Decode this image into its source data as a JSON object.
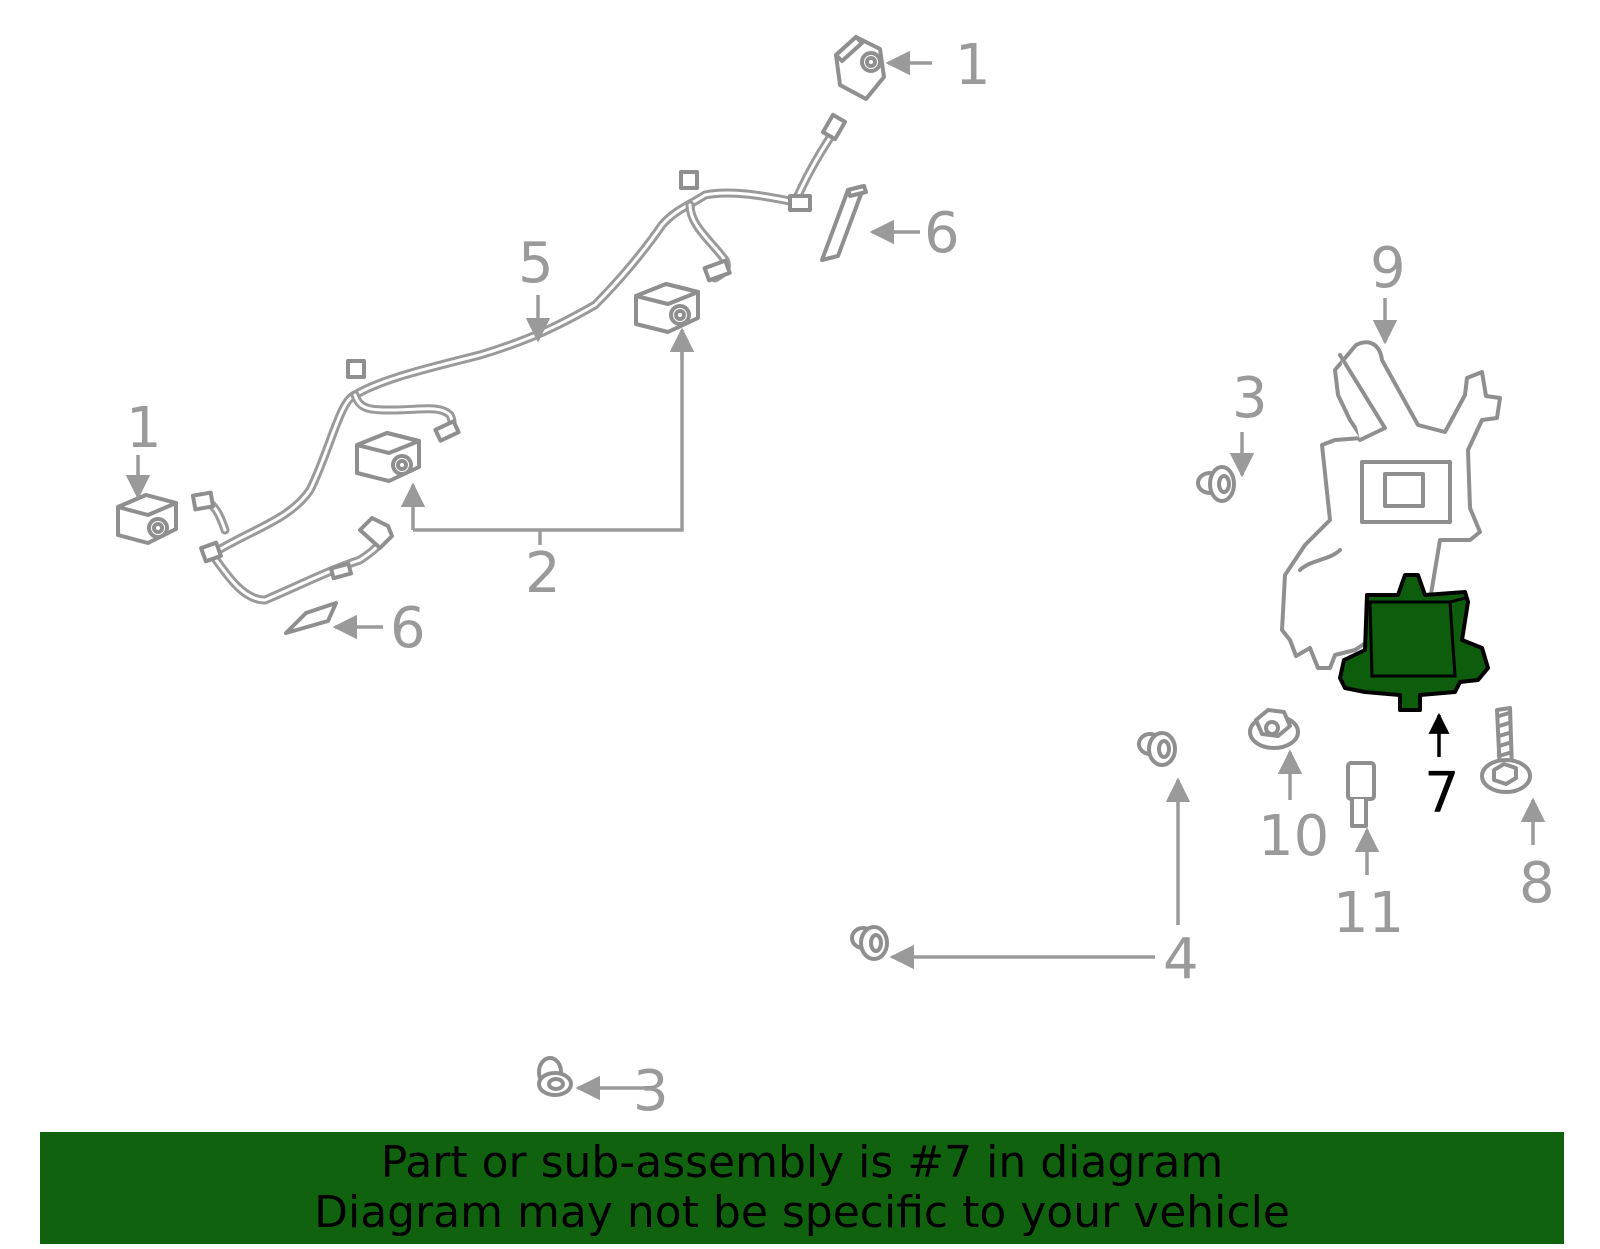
{
  "diagram": {
    "callouts": [
      {
        "id": "c1a",
        "label": "1"
      },
      {
        "id": "c1b",
        "label": "1"
      },
      {
        "id": "c2",
        "label": "2"
      },
      {
        "id": "c3a",
        "label": "3"
      },
      {
        "id": "c3b",
        "label": "3"
      },
      {
        "id": "c4",
        "label": "4"
      },
      {
        "id": "c5",
        "label": "5"
      },
      {
        "id": "c6a",
        "label": "6"
      },
      {
        "id": "c6b",
        "label": "6"
      },
      {
        "id": "c7",
        "label": "7",
        "highlighted": true
      },
      {
        "id": "c8",
        "label": "8"
      },
      {
        "id": "c9",
        "label": "9"
      },
      {
        "id": "c10",
        "label": "10"
      },
      {
        "id": "c11",
        "label": "11"
      }
    ],
    "highlight_color": "#0d5d0d",
    "line_color": "#9a9a9a"
  },
  "banner": {
    "line1": "Part or sub-assembly is #7 in diagram",
    "line2": "Diagram may not be specific to your vehicle",
    "background": "#10620f"
  }
}
